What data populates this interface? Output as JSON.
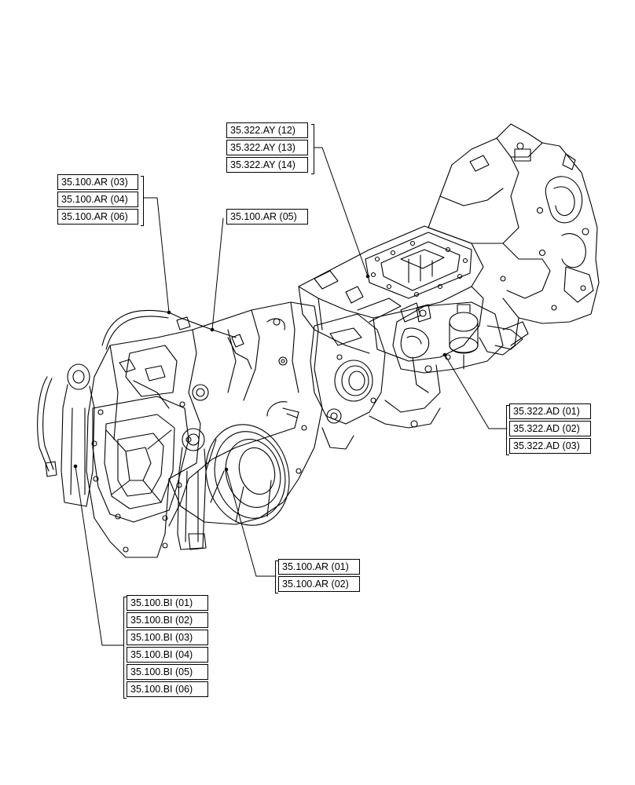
{
  "callouts": {
    "ay_group": [
      "35.322.AY (12)",
      "35.322.AY (13)",
      "35.322.AY (14)"
    ],
    "ar_group_a": [
      "35.100.AR (03)",
      "35.100.AR (04)",
      "35.100.AR (06)"
    ],
    "ar_single": [
      "35.100.AR (05)"
    ],
    "ad_group": [
      "35.322.AD (01)",
      "35.322.AD (02)",
      "35.322.AD (03)"
    ],
    "ar_group_b": [
      "35.100.AR (01)",
      "35.100.AR (02)"
    ],
    "bi_group": [
      "35.100.BI (01)",
      "35.100.BI (02)",
      "35.100.BI (03)",
      "35.100.BI (04)",
      "35.100.BI (05)",
      "35.100.BI (06)"
    ]
  }
}
